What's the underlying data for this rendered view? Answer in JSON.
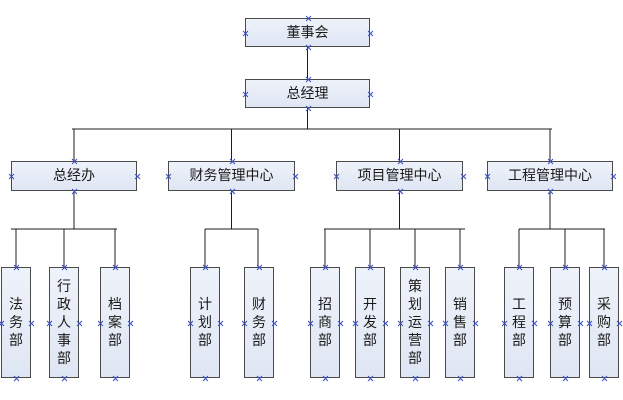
{
  "org": {
    "board": "董事会",
    "gm": "总经理",
    "centers": [
      {
        "name": "总经办",
        "depts": [
          "法务部",
          "行政人事部",
          "档案部"
        ]
      },
      {
        "name": "财务管理中心",
        "depts": [
          "计划部",
          "财务部"
        ]
      },
      {
        "name": "项目管理中心",
        "depts": [
          "招商部",
          "开发部",
          "策划运营部",
          "销售部"
        ]
      },
      {
        "name": "工程管理中心",
        "depts": [
          "工程部",
          "预算部",
          "采购部"
        ]
      }
    ]
  }
}
